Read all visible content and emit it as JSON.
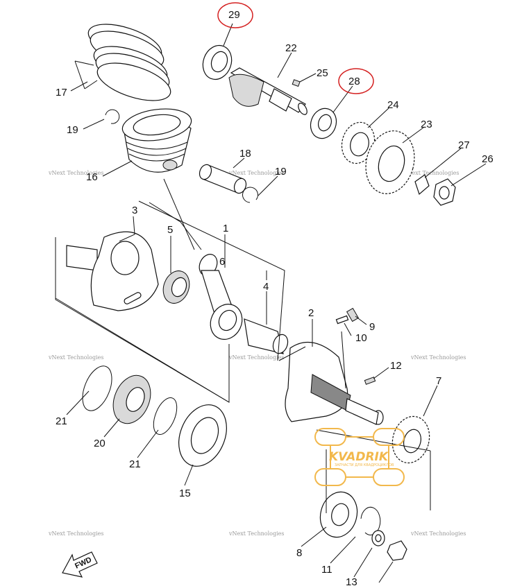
{
  "callouts": [
    "29",
    "22",
    "25",
    "28",
    "17",
    "24",
    "23",
    "19",
    "18",
    "16",
    "19",
    "27",
    "26",
    "3",
    "5",
    "1",
    "6",
    "4",
    "2",
    "9",
    "10",
    "12",
    "7",
    "21",
    "20",
    "21",
    "15",
    "8",
    "11",
    "13"
  ],
  "highlighted": [
    "29",
    "28"
  ],
  "highlight_color": "#d42020",
  "watermark": {
    "text": "vNext Technologies"
  },
  "brand": {
    "name": "KVADRIK",
    "tagline": "ЗАПЧАСТИ ДЛЯ КВАДРОЦИКЛОВ"
  },
  "fwd_label": "FWD",
  "brand_color": "#f2b84b"
}
